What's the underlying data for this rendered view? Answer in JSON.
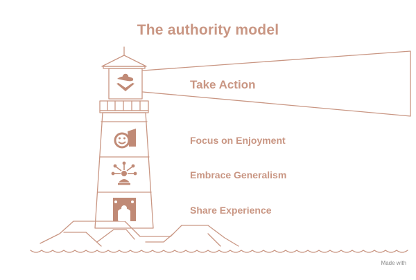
{
  "title": "The authority model",
  "labels": {
    "take_action": "Take Action",
    "focus": "Focus on Enjoyment",
    "generalism": "Embrace Generalism",
    "experience": "Share Experience"
  },
  "footer": "Made with",
  "colors": {
    "accent": "#C99683",
    "icon_fill": "#C08A76",
    "background": "#FFFFFF"
  },
  "icons": {
    "take_action": "hand-with-person-icon",
    "focus": "smiley-cup-icon",
    "generalism": "person-network-icon",
    "experience": "people-sharing-icon"
  }
}
